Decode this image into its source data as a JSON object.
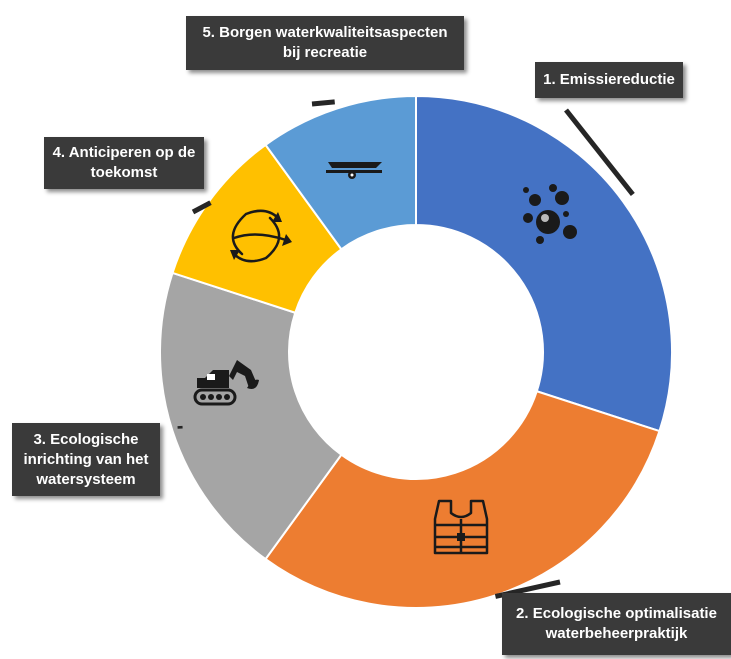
{
  "chart_data": {
    "type": "pie",
    "donut": true,
    "slices": [
      {
        "label": "1. Emissiereductie",
        "label_lines": [
          "1. Emissiereductie"
        ],
        "value": 30,
        "color": "#4472c4",
        "icon": "bubbles-icon"
      },
      {
        "label": "2. Ecologische optimalisatie waterbeheerpraktijk",
        "label_lines": [
          "2. Ecologische optimalisatie",
          "waterbeheerpraktijk"
        ],
        "value": 30,
        "color": "#ed7d31",
        "icon": "life-vest-icon"
      },
      {
        "label": "3. Ecologische inrichting van het watersysteem",
        "label_lines": [
          "3. Ecologische",
          "inrichting van het",
          "watersysteem"
        ],
        "value": 20,
        "color": "#a5a5a5",
        "icon": "excavator-icon"
      },
      {
        "label": "4. Anticiperen op de toekomst",
        "label_lines": [
          "4. Anticiperen op de",
          "toekomst"
        ],
        "value": 10,
        "color": "#ffc000",
        "icon": "cycle-arrows-icon"
      },
      {
        "label": "5. Borgen waterkwaliteitsaspecten bij recreatie",
        "label_lines": [
          "5. Borgen waterkwaliteitsaspecten",
          "bij recreatie"
        ],
        "value": 10,
        "color": "#5b9bd5",
        "icon": "boat-trailer-icon"
      }
    ],
    "start": "12 o'clock",
    "direction": "clockwise",
    "legend": "none"
  },
  "colors": {
    "callout_bg": "#3a3a3a",
    "callout_text": "#ffffff",
    "leader": "#262626",
    "icon": "#1a1a1a"
  }
}
